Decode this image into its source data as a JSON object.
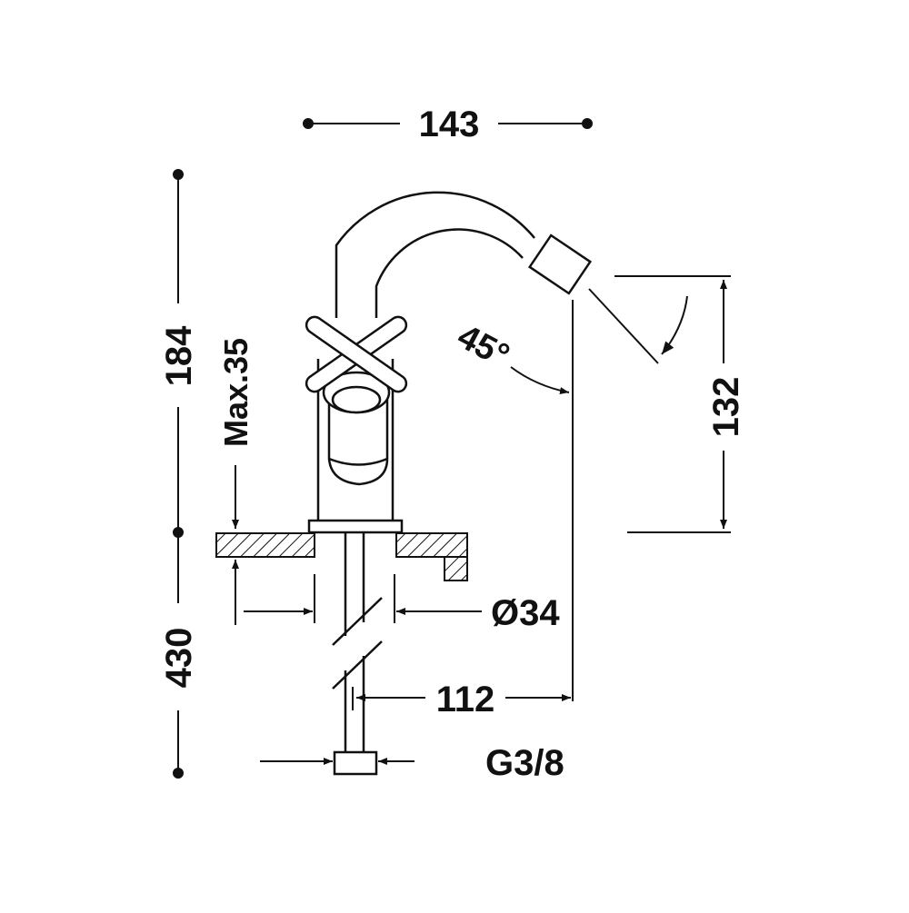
{
  "dimensions": {
    "top_width": "143",
    "total_height": "184",
    "max_thickness": "Max.35",
    "spout_height": "132",
    "angle": "45°",
    "hole_diameter": "Ø34",
    "spout_reach": "112",
    "hose_length": "430",
    "connection": "G3/8"
  },
  "colors": {
    "line": "#111111",
    "background": "#ffffff"
  }
}
